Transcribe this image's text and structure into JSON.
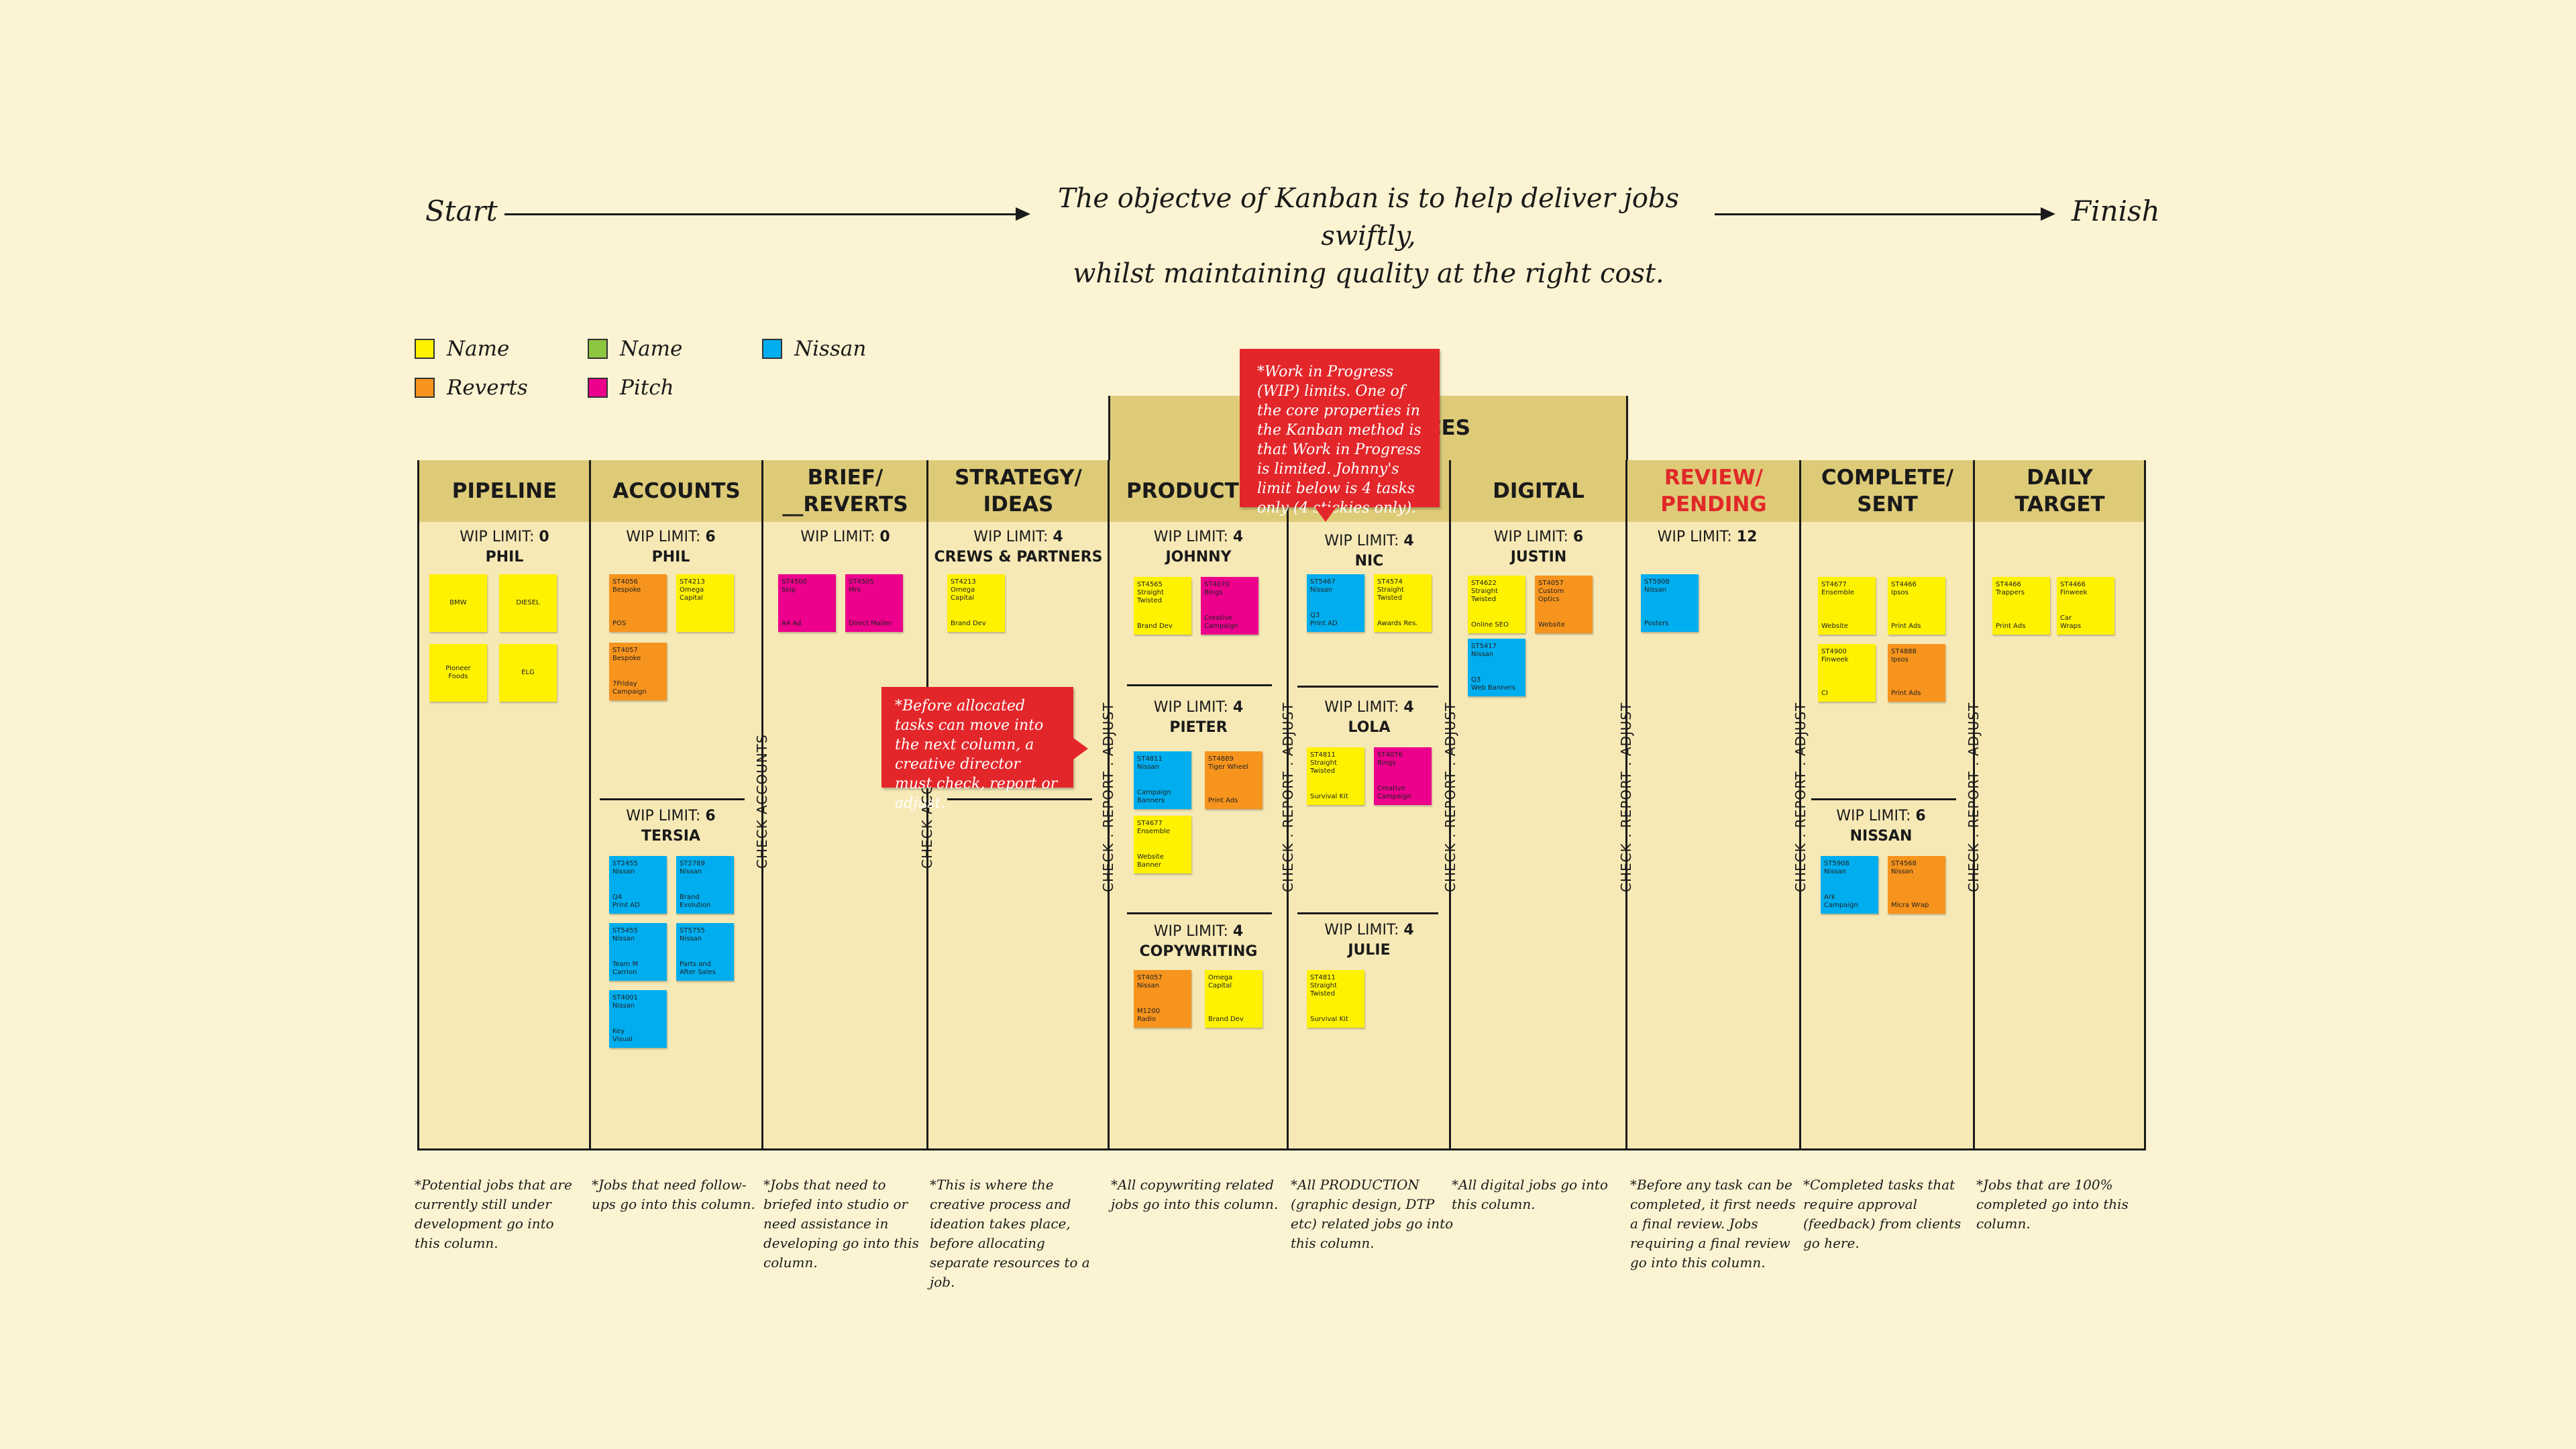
{
  "flow": {
    "start": "Start",
    "finish": "Finish",
    "objective_line1": "The objectve of Kanban is to help deliver jobs swiftly,",
    "objective_line2": "whilst maintaining quality at the right cost."
  },
  "legend": [
    {
      "label": "Name",
      "color": "#fff200"
    },
    {
      "label": "Reverts",
      "color": "#f7941d"
    },
    {
      "label": "Name",
      "color": "#8dc63f"
    },
    {
      "label": "Pitch",
      "color": "#ec008c"
    },
    {
      "label": "Nissan",
      "color": "#00aeef"
    }
  ],
  "group_header": "CES",
  "columns": {
    "pipeline": {
      "title": "PIPELINE",
      "wip_label": "WIP LIMIT:",
      "wip": "0",
      "owner": "PHIL",
      "note": "*Potential jobs that are currently still under development go into this column."
    },
    "accounts": {
      "title": "ACCOUNTS",
      "wip_label": "WIP LIMIT:",
      "wip": "6",
      "owner": "PHIL",
      "wip2": "6",
      "owner2": "TERSIA",
      "check": "CHECK ACCOUNTS",
      "note": "*Jobs that need follow-ups go into this column."
    },
    "brief": {
      "title_line1": "BRIEF/",
      "title_line2": "__REVERTS",
      "wip_label": "WIP LIMIT:",
      "wip": "0",
      "check": "CHECK ACC",
      "note": "*Jobs that need to briefed into studio or need assistance in developing go into this column."
    },
    "strategy": {
      "title_line1": "STRATEGY/",
      "title_line2": "IDEAS",
      "wip_label": "WIP LIMIT:",
      "wip": "4",
      "owner": "CREWS & PARTNERS",
      "check": "CHECK . REPORT . ADJUST",
      "note": "*This is where the creative process and ideation takes place, before allocating separate resources to a job."
    },
    "production": {
      "title": "PRODUCTIO",
      "wip_label": "WIP LIMIT:",
      "wip": "4",
      "owner": "JOHNNY",
      "wip2": "4",
      "owner2": "PIETER",
      "wip3": "4",
      "owner3": "COPYWRITING",
      "check": "CHECK . REPORT . ADJUST",
      "note": "*All copywriting related jobs go into this column."
    },
    "nic": {
      "wip_label": "WIP LIMIT:",
      "wip": "4",
      "owner": "NIC",
      "wip2": "4",
      "owner2": "LOLA",
      "wip3": "4",
      "owner3": "JULIE",
      "check": "CHECK . REPORT . ADJUST",
      "note": "*All PRODUCTION (graphic design, DTP etc) related jobs go into this column."
    },
    "digital": {
      "title": "DIGITAL",
      "wip_label": "WIP LIMIT:",
      "wip": "6",
      "owner": "JUSTIN",
      "check": "CHECK . REPORT . ADJUST",
      "note": "*All digital jobs go into this column."
    },
    "review": {
      "title_line1": "REVIEW/",
      "title_line2": "PENDING",
      "wip_label": "WIP LIMIT:",
      "wip": "12",
      "check": "CHECK . REPORT . ADJUST",
      "note": "*Before any task can be completed, it first needs a final review. Jobs requiring a final review go into this column."
    },
    "complete": {
      "title_line1": "COMPLETE/",
      "title_line2": "SENT",
      "wip_label": "WIP LIMIT:",
      "wip": "6",
      "owner": "NISSAN",
      "check": "CHECK . REPORT . ADJUST",
      "note": "*Completed tasks that require approval (feedback) from clients go here."
    },
    "daily": {
      "title_line1": "DAILY",
      "title_line2": "TARGET",
      "note": "*Jobs that are 100% completed go into this column."
    }
  },
  "callouts": {
    "wip": "*Work in Progress (WIP) limits. One of the core properties in the Kanban method is that Work in Progress is limited. Johnny's limit below is 4 tasks only (4 stickies only).",
    "allocated": "*Before allocated tasks can move into the next column, a creative director must check, report or adjust."
  },
  "stickies": {
    "pipeline": [
      {
        "top": "BMW",
        "bot": ""
      },
      {
        "top": "DIESEL",
        "bot": ""
      },
      {
        "top": "Pioneer\nFoods",
        "bot": ""
      },
      {
        "top": "ELG",
        "bot": ""
      }
    ],
    "accounts": [
      {
        "top": "ST4056\nBespoke",
        "bot": "POS"
      },
      {
        "top": "ST4213\nOmega\nCapital",
        "bot": ""
      },
      {
        "top": "ST4057\nBespoke",
        "bot": "7Friday\nCampaign"
      }
    ],
    "tersia": [
      {
        "top": "ST2455\nNissan",
        "bot": "Q4\nPrint AD"
      },
      {
        "top": "ST2789\nNissan",
        "bot": "Brand\nEvolution"
      },
      {
        "top": "ST5455\nNissan",
        "bot": "Team M\nCarrion"
      },
      {
        "top": "ST5755\nNissan",
        "bot": "Parts and\nAfter Sales"
      },
      {
        "top": "ST4001\nNissan",
        "bot": "Key\nVisual"
      }
    ],
    "brief": [
      {
        "top": "ST4500\nSkip",
        "bot": "A4 Ad"
      },
      {
        "top": "ST4505\nMrs",
        "bot": "Direct Mailer"
      }
    ],
    "strategy": [
      {
        "top": "ST4213\nOmega\nCapital",
        "bot": "Brand Dev"
      }
    ],
    "johnny": [
      {
        "top": "ST4565\nStraight\nTwisted",
        "bot": "Brand Dev"
      },
      {
        "top": "ST4070\nBings",
        "bot": "Creative\nCampaign"
      }
    ],
    "pieter": [
      {
        "top": "ST4811\nNissan",
        "bot": "Campaign\nBanners"
      },
      {
        "top": "ST4889\nTiger Wheel",
        "bot": "Print Ads"
      },
      {
        "top": "ST4677\nEnsemble",
        "bot": "Website\nBanner"
      }
    ],
    "copywriting": [
      {
        "top": "ST4057\nNissan",
        "bot": "M1200\nRadio"
      },
      {
        "top": "Omega\nCapital",
        "bot": "Brand Dev"
      }
    ],
    "nic": [
      {
        "top": "ST5467\nNissan",
        "bot": "Q3\nPrint AD"
      },
      {
        "top": "ST4574\nStraight\nTwisted",
        "bot": "Awards Res."
      }
    ],
    "lola": [
      {
        "top": "ST4811\nStraight\nTwisted",
        "bot": "Survival Kit"
      },
      {
        "top": "ST4076\nBings",
        "bot": "Creative\nCampaign"
      }
    ],
    "julie": [
      {
        "top": "ST4811\nStraight\nTwisted",
        "bot": "Survival Kit"
      }
    ],
    "digital": [
      {
        "top": "ST4622\nStraight\nTwisted",
        "bot": "Online SEO"
      },
      {
        "top": "ST4057\nCustom\nOptics",
        "bot": "Website"
      },
      {
        "top": "ST5417\nNissan",
        "bot": "Q3\nWeb Banners"
      }
    ],
    "review": [
      {
        "top": "ST5908\nNissan",
        "bot": "Posters"
      }
    ],
    "complete": [
      {
        "top": "ST4677\nEnsemble",
        "bot": "Website"
      },
      {
        "top": "ST4466\nIpsos",
        "bot": "Print Ads"
      },
      {
        "top": "ST4900\nFinweek",
        "bot": "CI"
      },
      {
        "top": "ST4888\nIpsos",
        "bot": "Print Ads"
      }
    ],
    "nissan": [
      {
        "top": "ST5908\nNissan",
        "bot": "Ark\nCampaign"
      },
      {
        "top": "ST4568\nNissan",
        "bot": "Micra Wrap"
      }
    ],
    "daily": [
      {
        "top": "ST4466\nTrappers",
        "bot": "Print Ads"
      },
      {
        "top": "ST4466\nFinweek",
        "bot": "Car\nWraps"
      }
    ]
  }
}
